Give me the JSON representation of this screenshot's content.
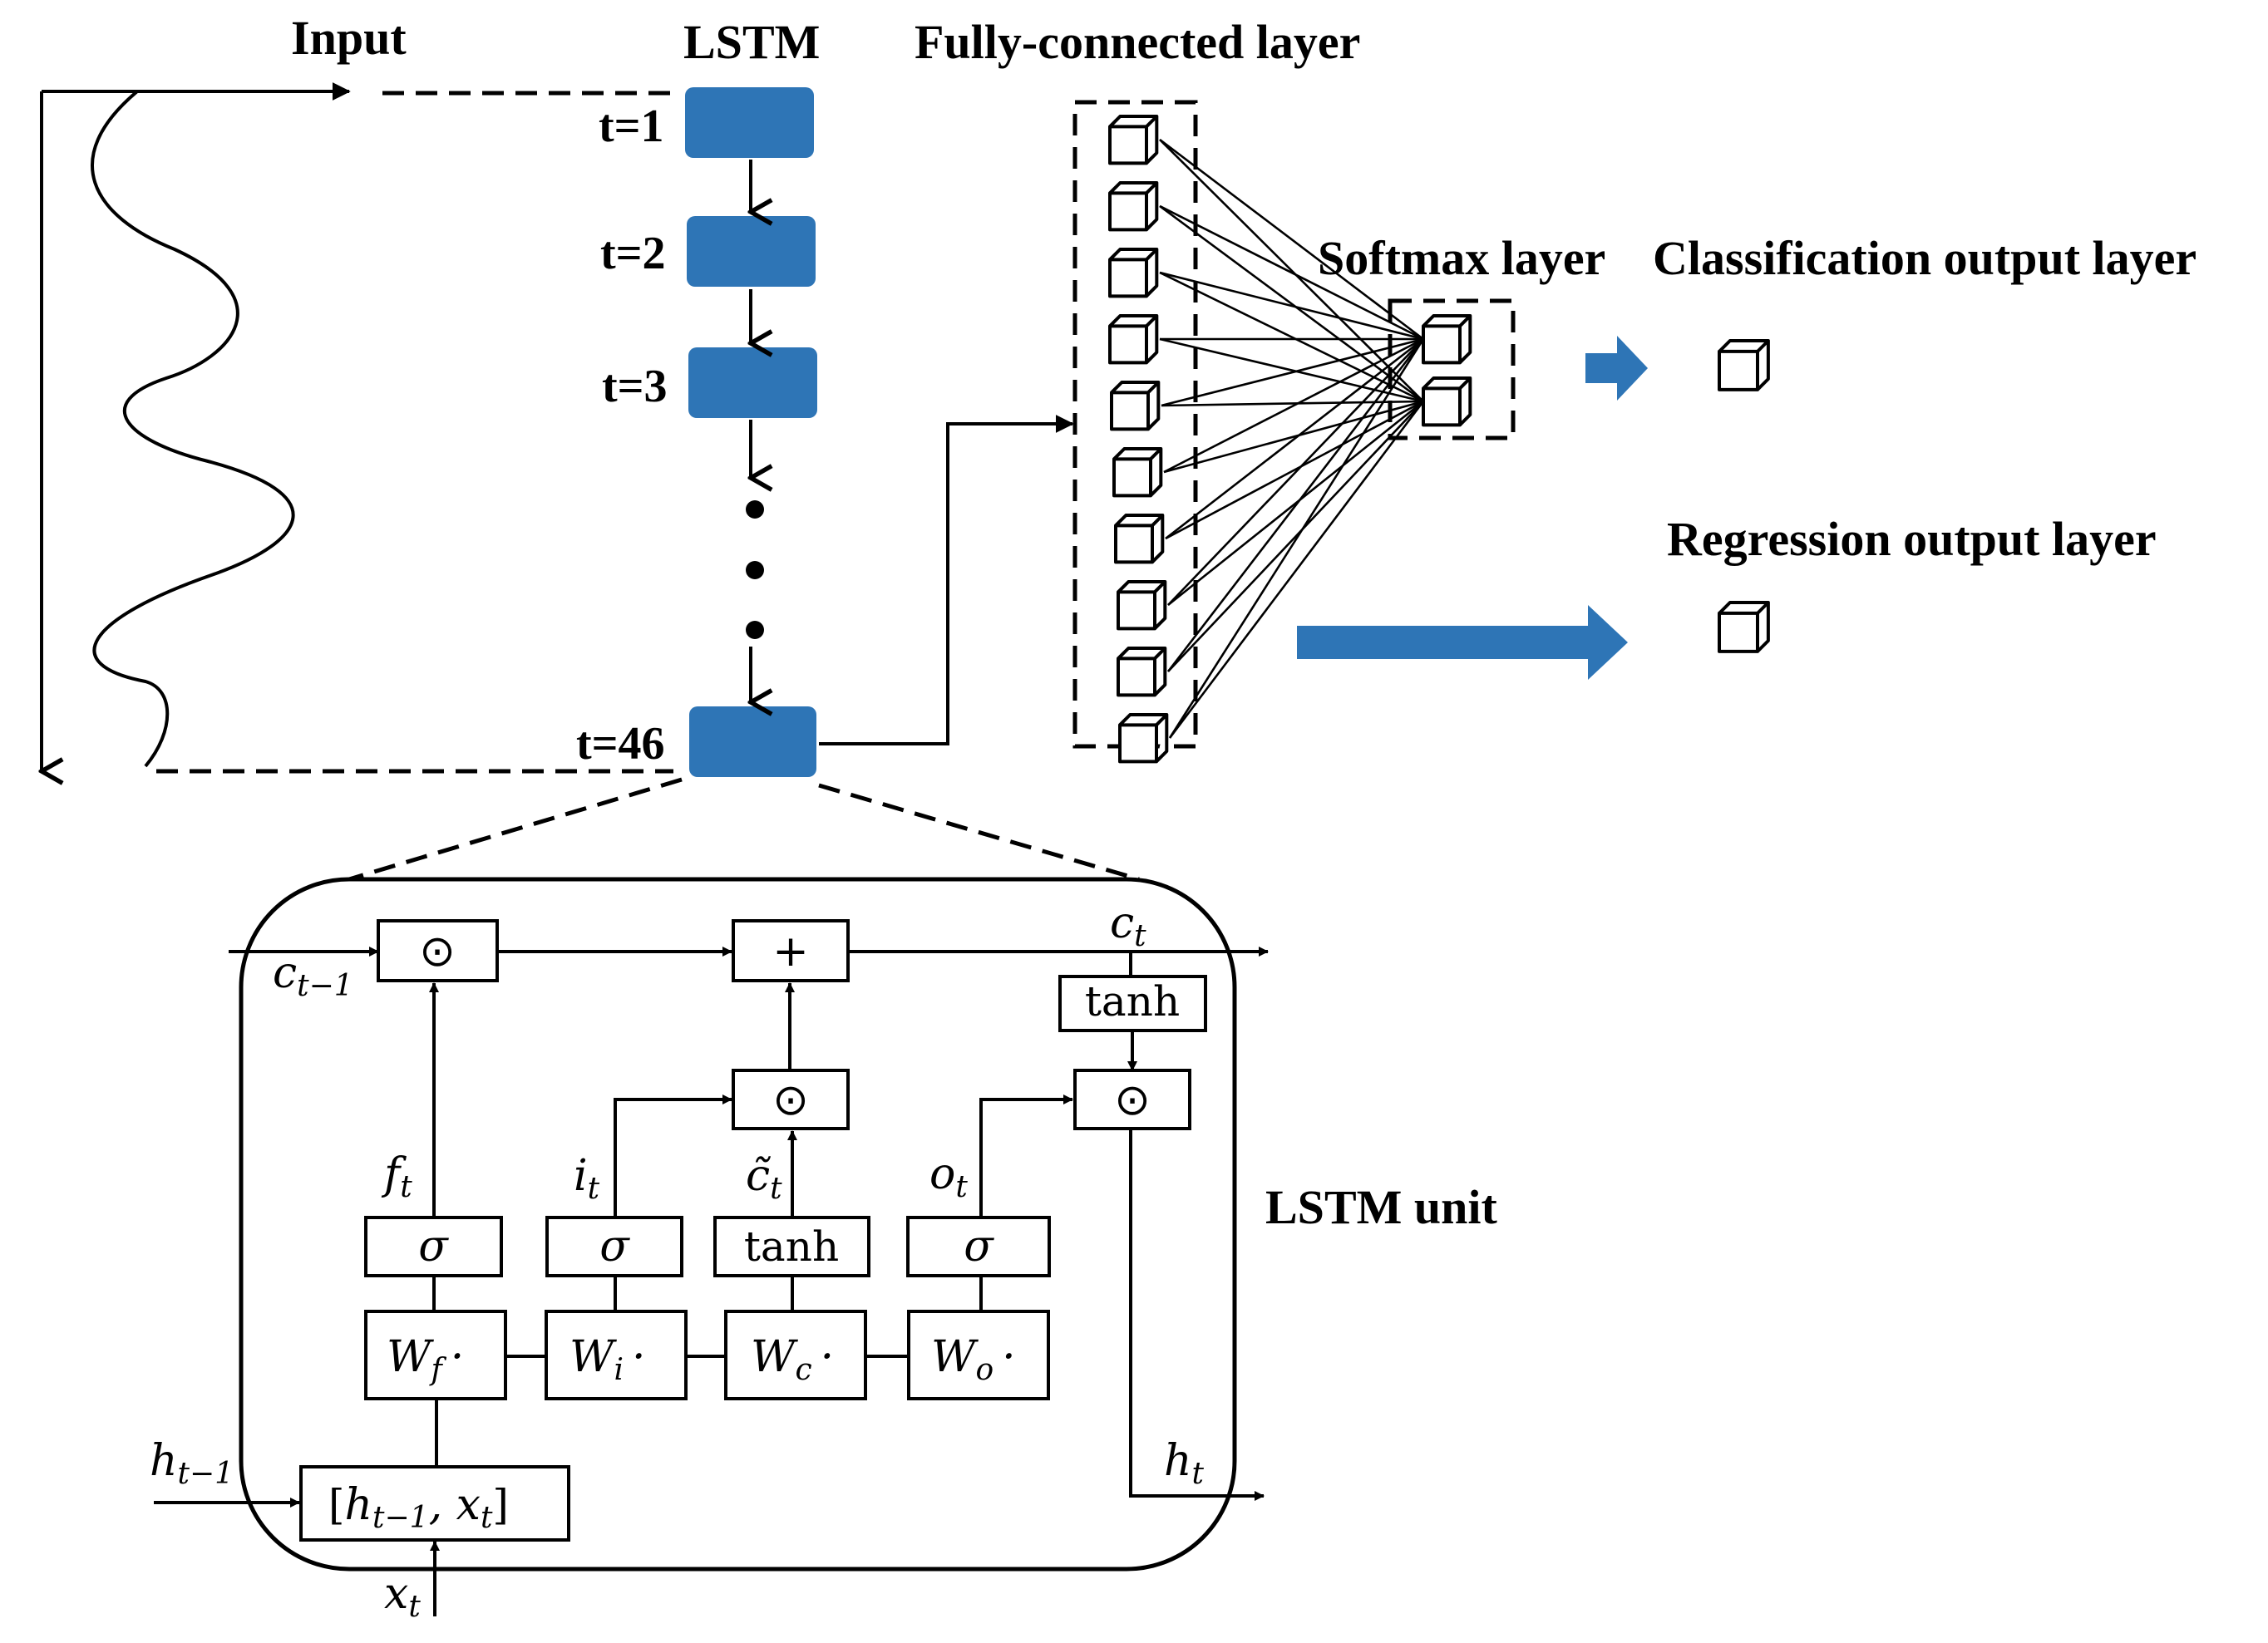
{
  "headers": {
    "input": "Input",
    "lstm": "LSTM",
    "fully_connected": "Fully-connected layer",
    "softmax": "Softmax layer",
    "classification": "Classification output layer",
    "regression": "Regression output layer",
    "lstm_unit": "LSTM unit"
  },
  "timesteps": [
    "t=1",
    "t=2",
    "t=3",
    "t=46"
  ],
  "fc_node_count": 10,
  "softmax_node_count": 2,
  "colors": {
    "lstm_cell": "#2e75b6",
    "arrow": "#2e75b6",
    "line": "#000000"
  },
  "lstm_unit": {
    "cell_prev": {
      "base": "c",
      "sub": "t−1"
    },
    "cell_out": {
      "base": "c",
      "sub": "t"
    },
    "hidden_prev": {
      "base": "h",
      "sub": "t−1"
    },
    "hidden_out": {
      "base": "h",
      "sub": "t"
    },
    "input_x": {
      "base": "x",
      "sub": "t"
    },
    "concat": {
      "open": "[",
      "h": "h",
      "hsub": "t−1",
      "sep": ", ",
      "x": "x",
      "xsub": "t",
      "close": "]"
    },
    "ops": {
      "mult": "⊙",
      "add": "+"
    },
    "tanh_out": "tanh",
    "gates": [
      {
        "label": "f",
        "sub": "t",
        "act": "σ",
        "weight": "W",
        "wsub": "f",
        "dot": "·"
      },
      {
        "label": "i",
        "sub": "t",
        "act": "σ",
        "weight": "W",
        "wsub": "i",
        "dot": "·"
      },
      {
        "label": "c̃",
        "sub": "t",
        "act": "tanh",
        "weight": "W",
        "wsub": "c",
        "dot": "·"
      },
      {
        "label": "o",
        "sub": "t",
        "act": "σ",
        "weight": "W",
        "wsub": "o",
        "dot": "·"
      }
    ]
  }
}
